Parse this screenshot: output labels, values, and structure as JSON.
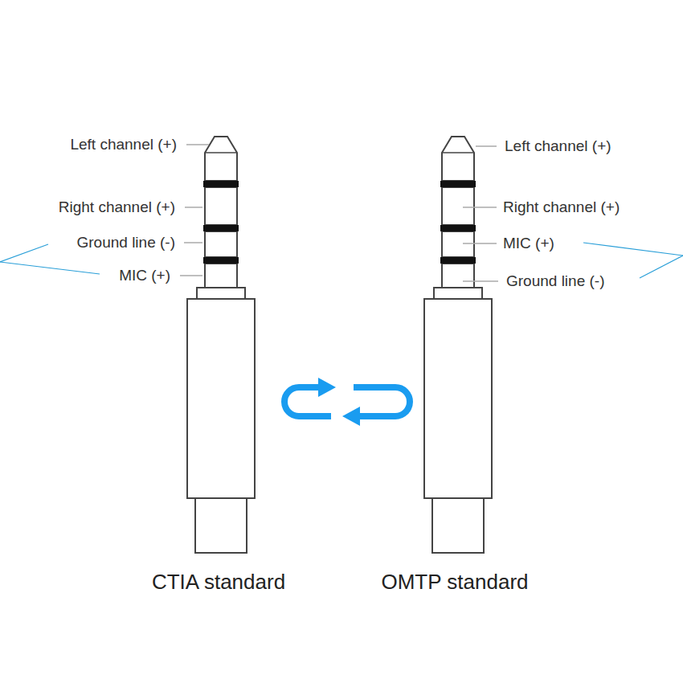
{
  "diagram": {
    "labels": [
      "Left channel (+)",
      "Right channel (+)",
      "Ground line (-)",
      "MIC (+)",
      "Left channel (+)",
      "Right channel (+)",
      "MIC (+)",
      "Ground line (-)",
      "CTIA standard",
      "OMTP standard"
    ]
  }
}
